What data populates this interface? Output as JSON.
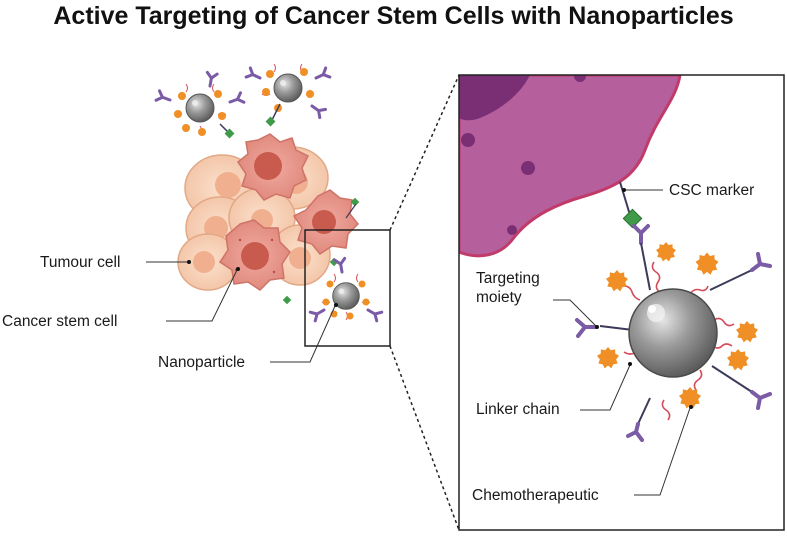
{
  "title": "Active Targeting of Cancer Stem Cells with Nanoparticles",
  "labels": {
    "tumour_cell": "Tumour cell",
    "cancer_stem_cell": "Cancer stem cell",
    "nanoparticle": "Nanoparticle",
    "csc_marker": "CSC marker",
    "targeting_moiety_line1": "Targeting",
    "targeting_moiety_line2": "moiety",
    "linker_chain": "Linker chain",
    "chemotherapeutic": "Chemotherapeutic"
  },
  "colors": {
    "csc_membrane": "#b5609c",
    "csc_membrane_edge": "#c03a6a",
    "tumour_cell": "#f8d3b8",
    "cancer_stem_cell": "#e8968a",
    "nanoparticle": "#8c8c8c",
    "drug": "#ef8f25",
    "antibody": "#7b5aa6",
    "marker": "#3f9a4a",
    "linker": "#d64c5a"
  }
}
